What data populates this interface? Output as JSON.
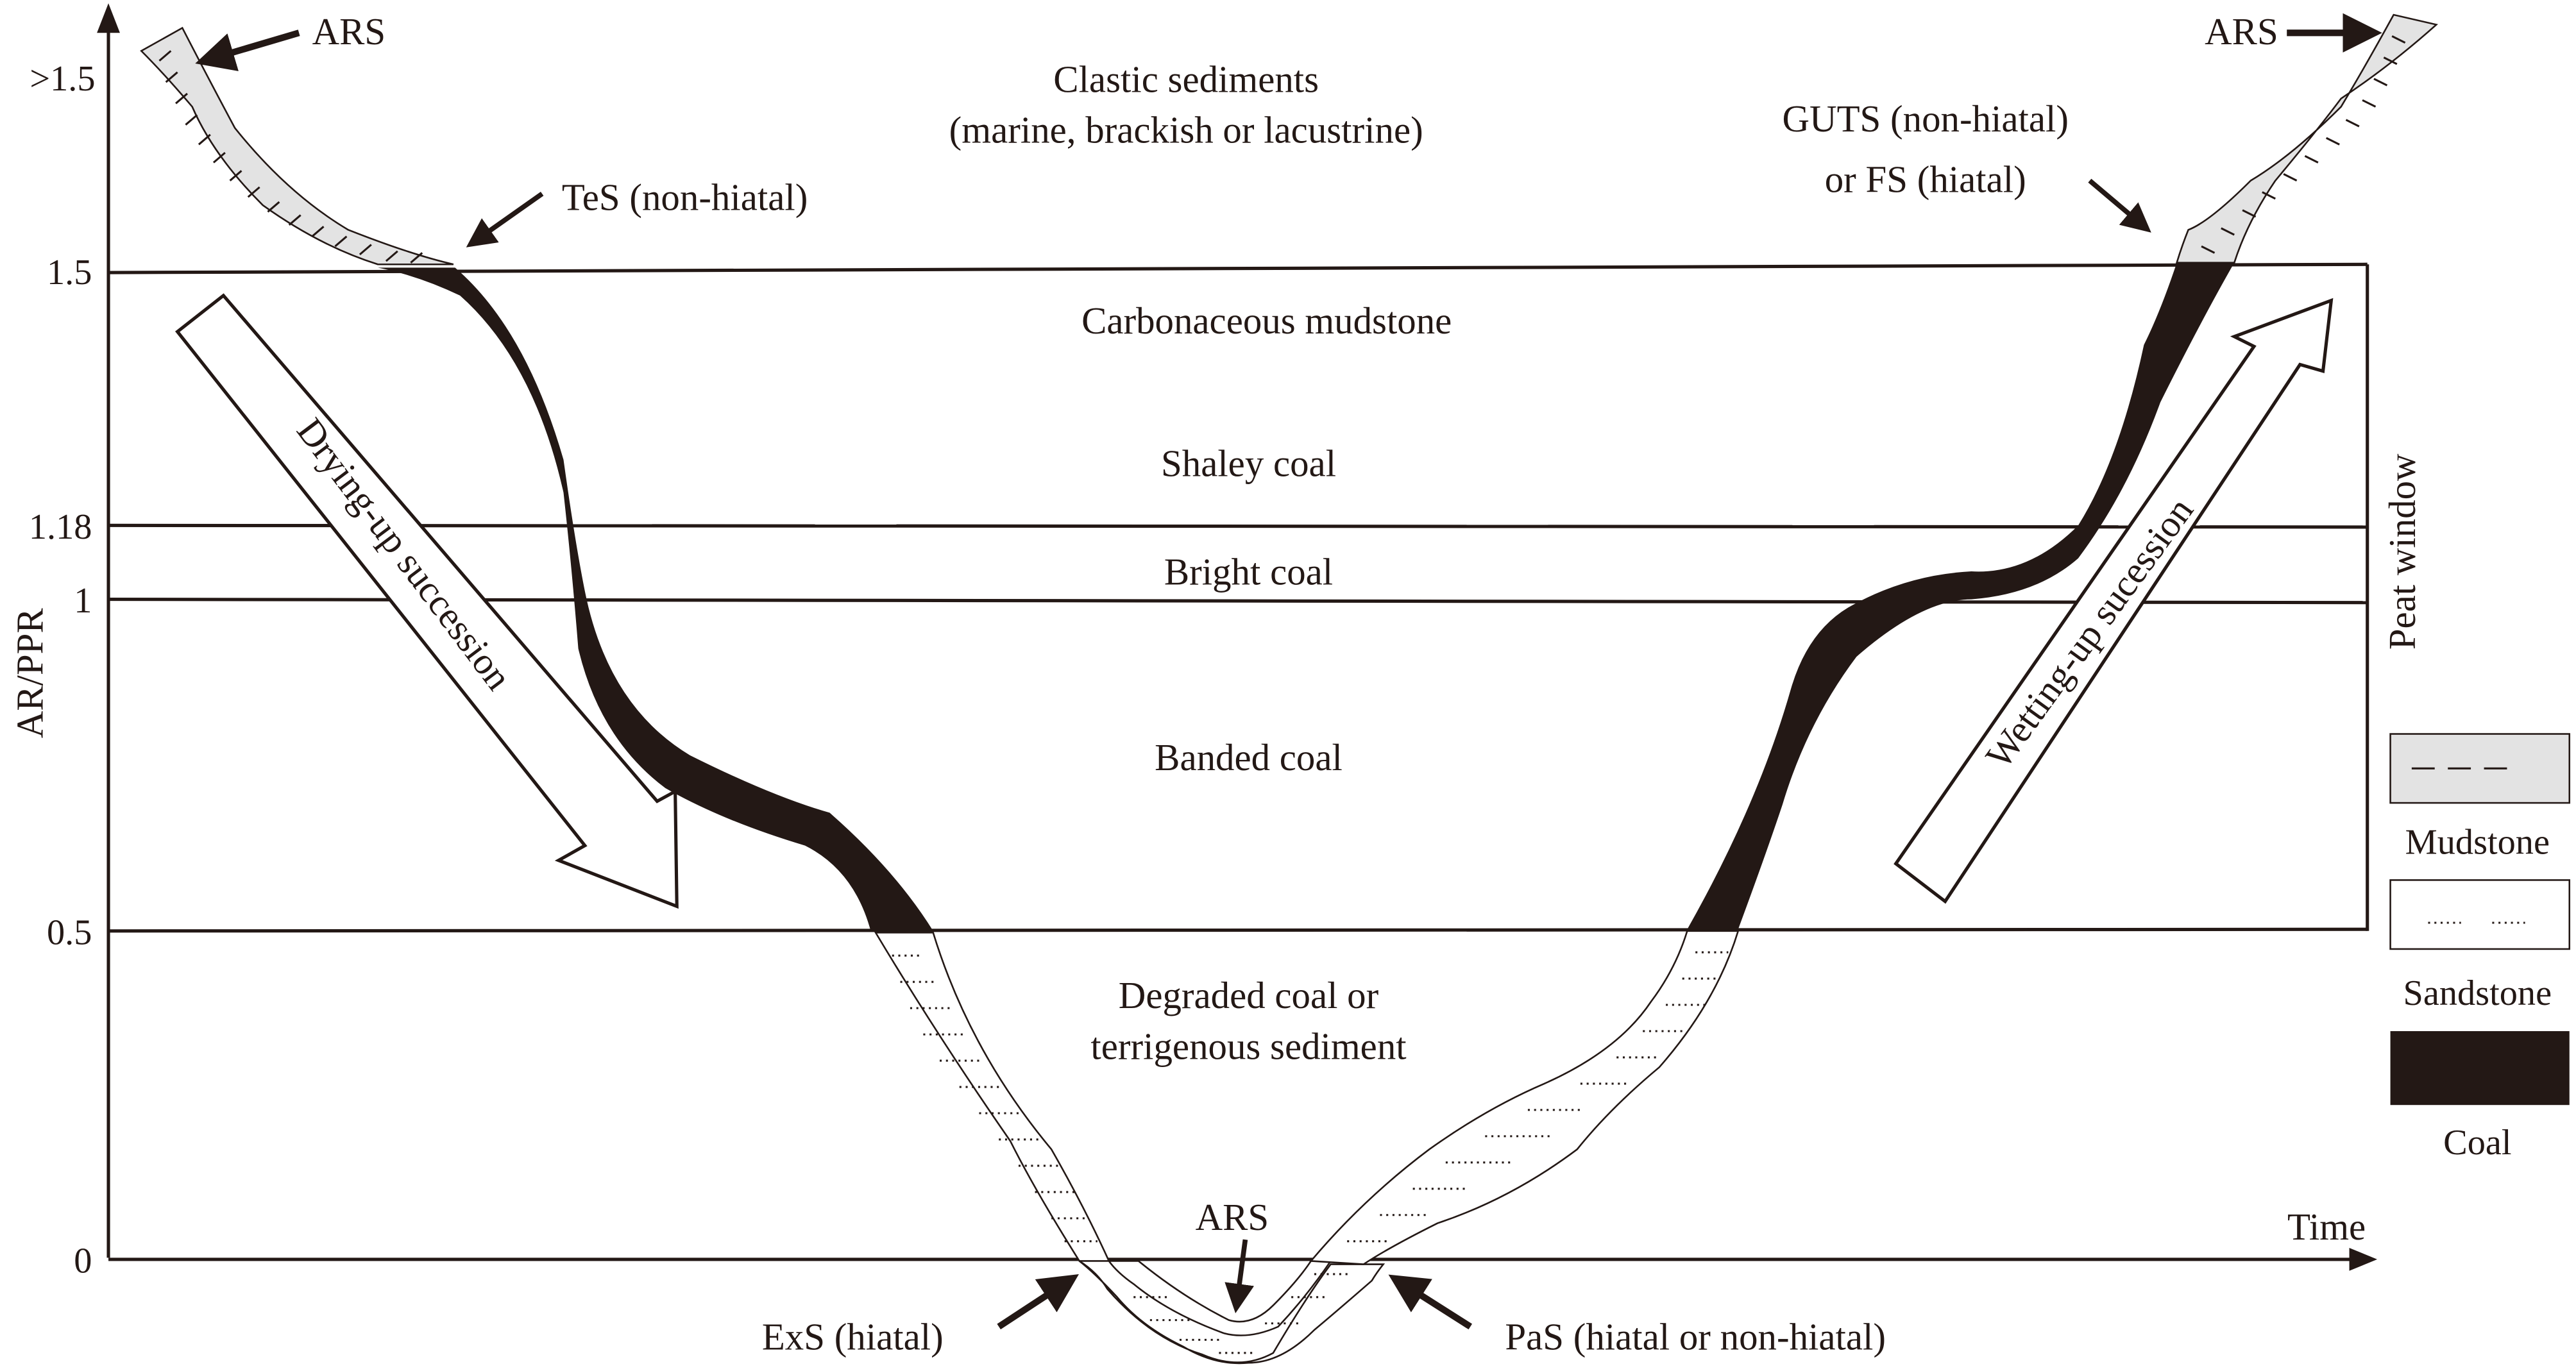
{
  "figure": {
    "y_axis_label": "AR/PPR",
    "x_axis_label": "Time",
    "y_ticks": [
      ">1.5",
      "1.5",
      "1.18",
      "1",
      "0.5",
      "0"
    ],
    "zones": {
      "clastic_line1": "Clastic sediments",
      "clastic_line2": "(marine, brackish or lacustrine)",
      "carbonaceous": "Carbonaceous mudstone",
      "shaley": "Shaley coal",
      "bright": "Bright coal",
      "banded": "Banded coal",
      "degraded_line1": "Degraded coal or",
      "degraded_line2": "terrigenous sediment"
    },
    "peat_window_label": "Peat window",
    "successions": {
      "drying": "Drying-up succession",
      "wetting": "Wetting-up sucession"
    },
    "surfaces": {
      "ars_top_left": "ARS",
      "ars_top_right": "ARS",
      "ars_bottom": "ARS",
      "tes": "TeS (non-hiatal)",
      "guts_line1": "GUTS (non-hiatal)",
      "guts_line2": "or FS (hiatal)",
      "exs": "ExS (hiatal)",
      "pas": "PaS (hiatal or non-hiatal)"
    },
    "legend": [
      {
        "label": "Mudstone",
        "pattern": "dashed-grey"
      },
      {
        "label": "Sandstone",
        "pattern": "dotted-white"
      },
      {
        "label": "Coal",
        "pattern": "solid-black"
      }
    ],
    "colors": {
      "ink": "#231815",
      "mudstone_fill": "#e3e3e3",
      "background": "#ffffff"
    }
  }
}
